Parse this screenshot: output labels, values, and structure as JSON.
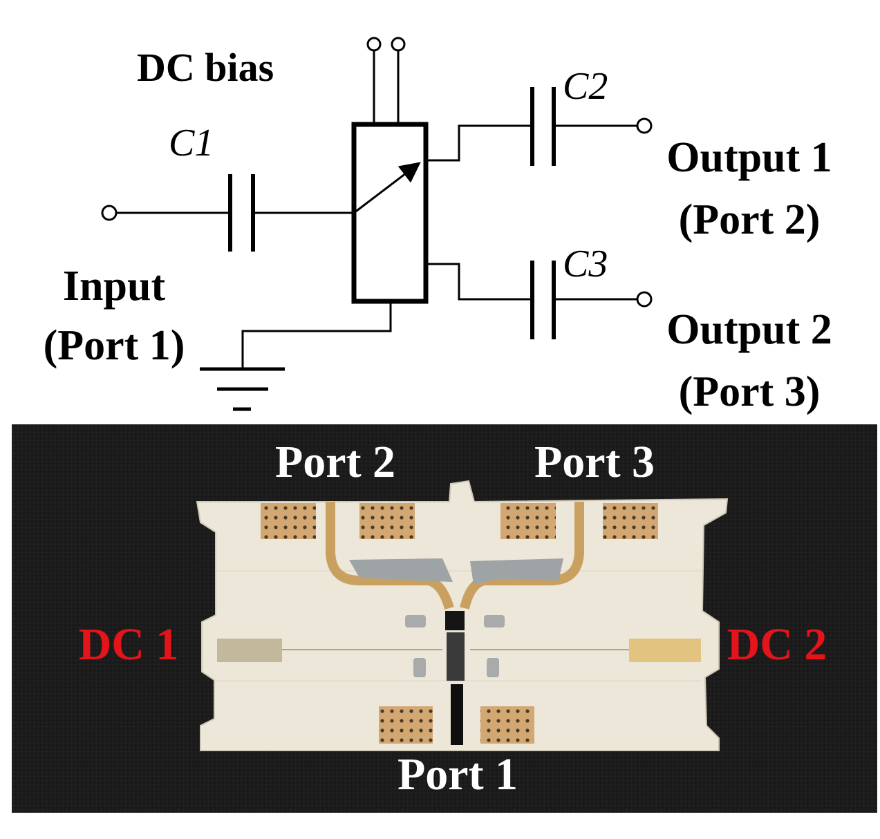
{
  "schematic": {
    "dc_bias_label": "DC bias",
    "c1_label": "C1",
    "c2_label": "C2",
    "c3_label": "C3",
    "input_line1": "Input",
    "input_line2": "(Port 1)",
    "output1_line1": "Output 1",
    "output1_line2": "(Port 2)",
    "output2_line1": "Output 2",
    "output2_line2": "(Port 3)"
  },
  "photo": {
    "port2_label": "Port 2",
    "port3_label": "Port 3",
    "port1_label": "Port 1",
    "dc1_label": "DC 1",
    "dc2_label": "DC 2",
    "colors": {
      "background": "#1c1b1b",
      "board": "#ece7d8",
      "pad_gold": "#d2a772",
      "trace_gold": "#c9a060",
      "solder": "#9ea3a6",
      "dc_label": "#e4141b",
      "port_label": "#ffffff"
    }
  }
}
